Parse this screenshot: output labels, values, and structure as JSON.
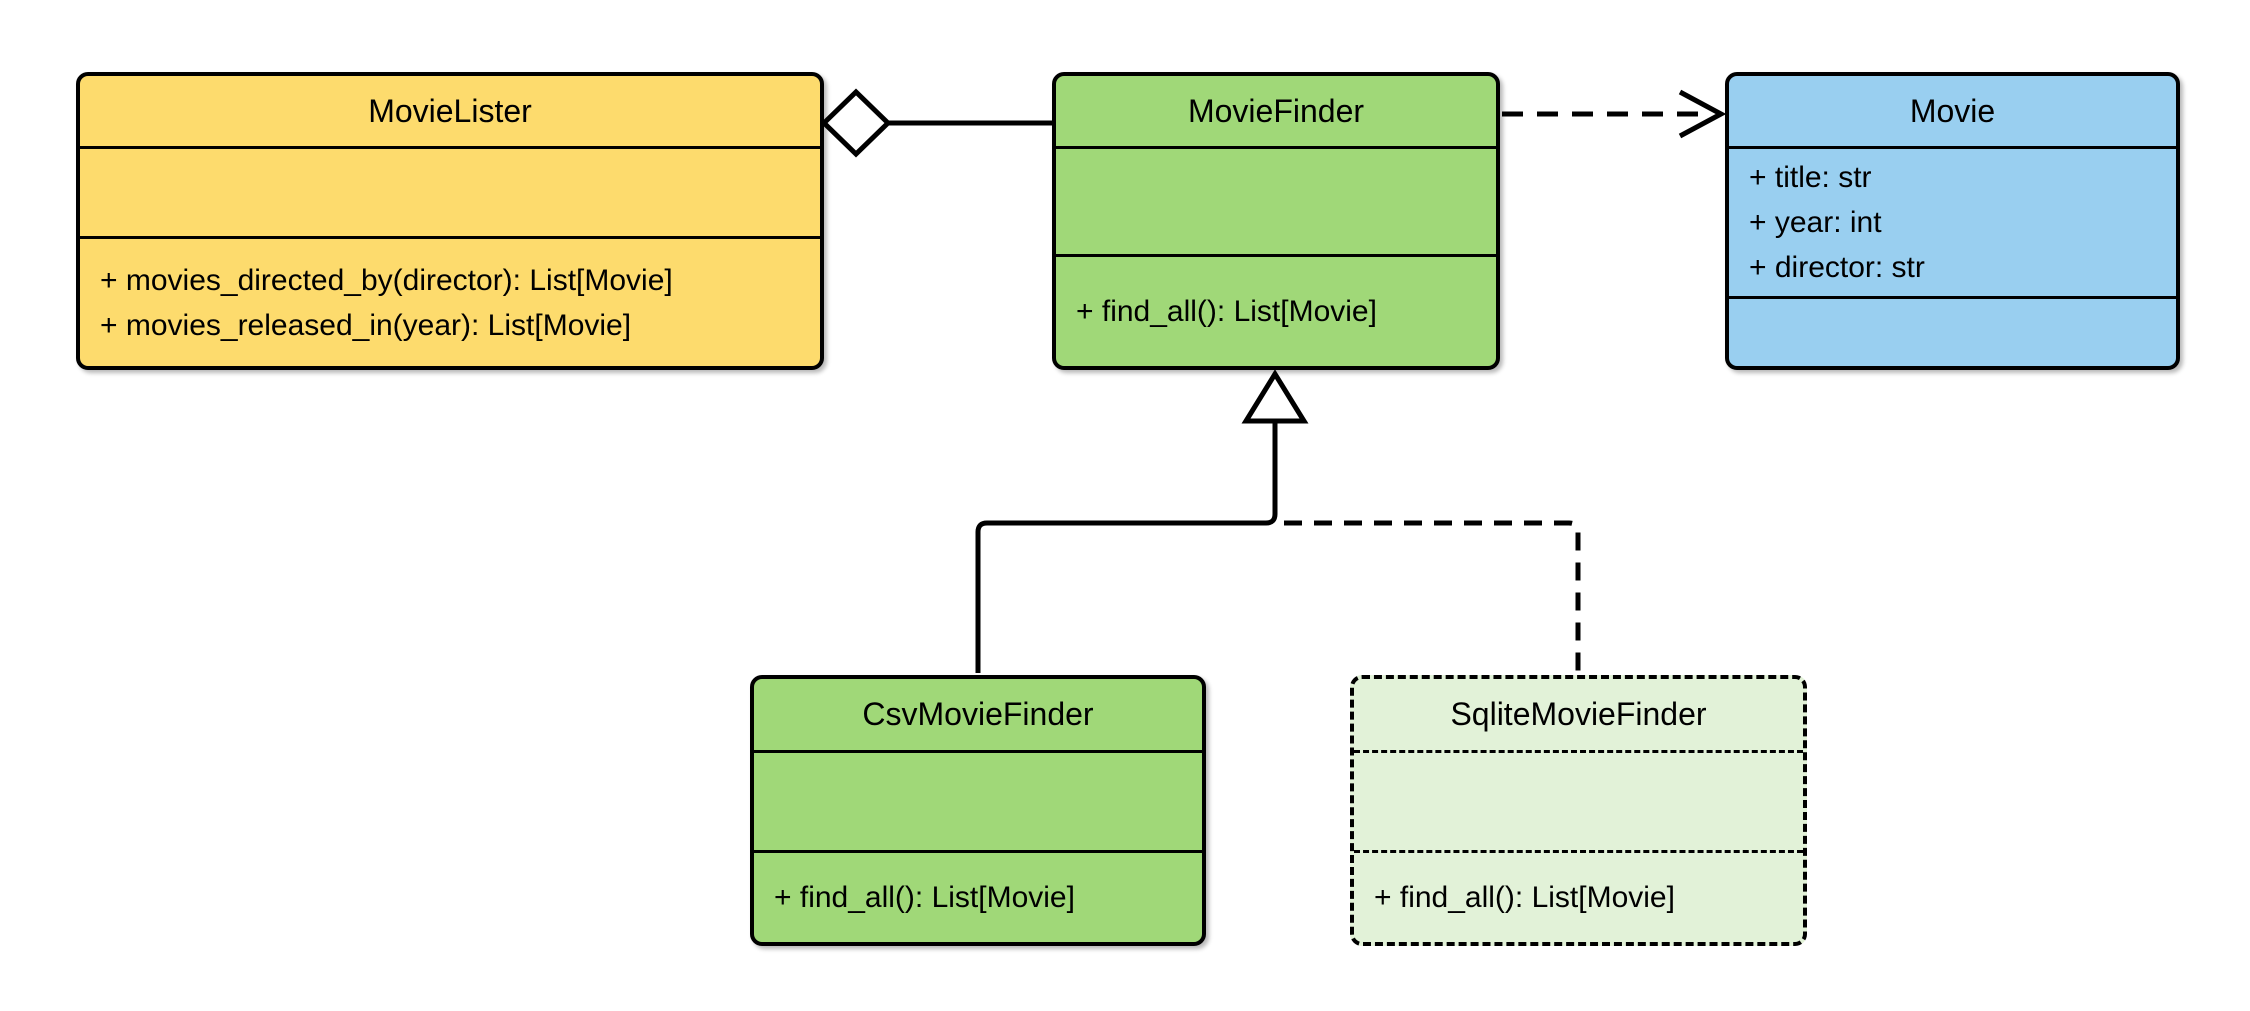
{
  "diagram": {
    "type": "uml-class-diagram",
    "classes": {
      "movielister": {
        "name": "MovieLister",
        "attributes": [],
        "methods": [
          "+ movies_directed_by(director): List[Movie]",
          "+ movies_released_in(year): List[Movie]"
        ]
      },
      "moviefinder": {
        "name": "MovieFinder",
        "attributes": [],
        "methods": [
          "+ find_all(): List[Movie]"
        ]
      },
      "movie": {
        "name": "Movie",
        "attributes": [
          "+ title: str",
          "+ year: int",
          "+ director: str"
        ],
        "methods": []
      },
      "csvmoviefinder": {
        "name": "CsvMovieFinder",
        "attributes": [],
        "methods": [
          "+ find_all(): List[Movie]"
        ]
      },
      "sqlitemoviefinder": {
        "name": "SqliteMovieFinder",
        "attributes": [],
        "methods": [
          "+ find_all(): List[Movie]"
        ]
      }
    },
    "relationships": [
      {
        "type": "aggregation",
        "whole": "MovieLister",
        "part": "MovieFinder",
        "line": "solid",
        "marker": "hollow-diamond-at-whole"
      },
      {
        "type": "dependency",
        "from": "MovieFinder",
        "to": "Movie",
        "line": "dashed",
        "marker": "open-arrow-at-target"
      },
      {
        "type": "generalization",
        "child": "CsvMovieFinder",
        "parent": "MovieFinder",
        "line": "solid",
        "marker": "hollow-triangle-at-parent"
      },
      {
        "type": "generalization",
        "child": "SqliteMovieFinder",
        "parent": "MovieFinder",
        "line": "dashed",
        "marker": "hollow-triangle-at-parent"
      }
    ],
    "colors": {
      "movielister_fill": "#FDDB6D",
      "moviefinder_fill": "#A0D878",
      "movie_fill": "#99CFF0",
      "csvmoviefinder_fill": "#A0D878",
      "sqlitemoviefinder_fill": "#E2F2D8",
      "line": "#000000",
      "background": "#FFFFFF"
    }
  }
}
